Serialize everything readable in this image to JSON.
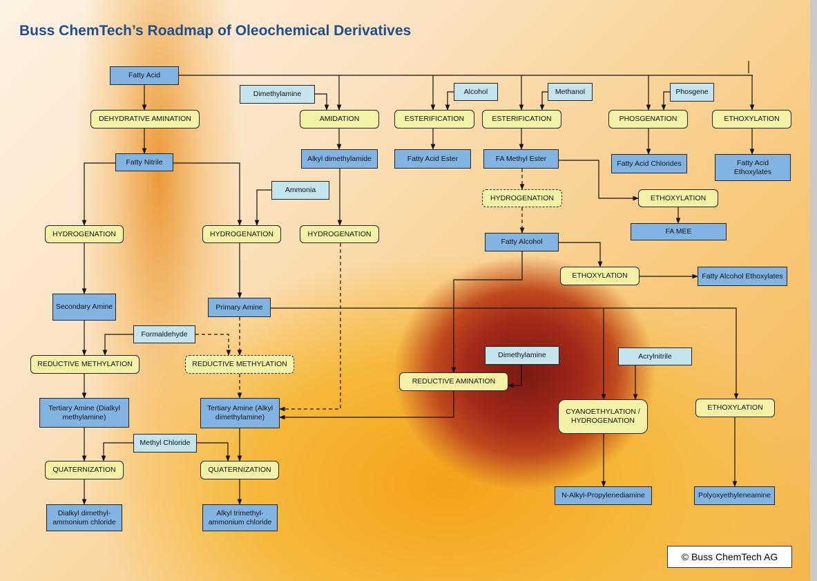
{
  "title": "Buss ChemTech’s Roadmap of Oleochemical Derivatives",
  "copyright": "© Buss ChemTech AG",
  "nodes": {
    "fatty_acid": "Fatty Acid",
    "dimethylamine_1": "Dimethylamine",
    "alcohol": "Alcohol",
    "methanol": "Methanol",
    "phosgene": "Phosgene",
    "dehydrative_amination": "DEHYDRATIVE AMINATION",
    "amidation": "AMIDATION",
    "esterification_1": "ESTERIFICATION",
    "esterification_2": "ESTERIFICATION",
    "phosgenation": "PHOSGENATION",
    "ethoxylation_1": "ETHOXYLATION",
    "fatty_nitrile": "Fatty Nitrile",
    "alkyl_dimethylamide": "Alkyl dimethylamide",
    "fatty_acid_ester": "Fatty Acid Ester",
    "fa_methyl_ester": "FA Methyl Ester",
    "fatty_acid_chlorides": "Fatty Acid Chlorides",
    "fatty_acid_ethoxylates": "Fatty Acid Ethoxylates",
    "ammonia": "Ammonia",
    "hydrogenation_4": "HYDROGENATION",
    "ethoxylation_2": "ETHOXYLATION",
    "hydrogenation_1": "HYDROGENATION",
    "hydrogenation_2": "HYDROGENATION",
    "hydrogenation_3": "HYDROGENATION",
    "fa_mee": "FA MEE",
    "fatty_alcohol": "Fatty Alcohol",
    "ethoxylation_3": "ETHOXYLATION",
    "fatty_alcohol_ethoxylates": "Fatty Alcohol Ethoxylates",
    "secondary_amine": "Secondary Amine",
    "primary_amine": "Primary Amine",
    "formaldehyde": "Formaldehyde",
    "reductive_methylation_1": "REDUCTIVE METHYLATION",
    "reductive_methylation_2": "REDUCTIVE METHYLATION",
    "dimethylamine_2": "Dimethylamine",
    "acrylnitrile": "Acrylnitrile",
    "reductive_amination": "REDUCTIVE AMINATION",
    "cyanoethylation": "CYANOETHYLATION / HYDROGENATION",
    "ethoxylation_4": "ETHOXYLATION",
    "tertiary_amine_1": "Tertiary Amine (Dialkyl methylamine)",
    "tertiary_amine_2": "Tertiary Amine (Alkyl dimethylamine)",
    "methyl_chloride": "Methyl Chloride",
    "quaternization_1": "QUATERNIZATION",
    "quaternization_2": "QUATERNIZATION",
    "n_alkyl_propylenediamine": "N-Alkyl-Propylenediamine",
    "polyoxyethyleneamine": "Polyoxyethyleneamine",
    "dialkyl_quat": "Dialkyl dimethyl-ammonium chloride",
    "alkyl_quat": "Alkyl trimethyl-ammonium chloride"
  },
  "colors": {
    "process": "#f3f1a6",
    "product": "#82b4e3",
    "reagent": "#c4e4ee",
    "title": "#1f4e8c",
    "line": "#111111"
  }
}
